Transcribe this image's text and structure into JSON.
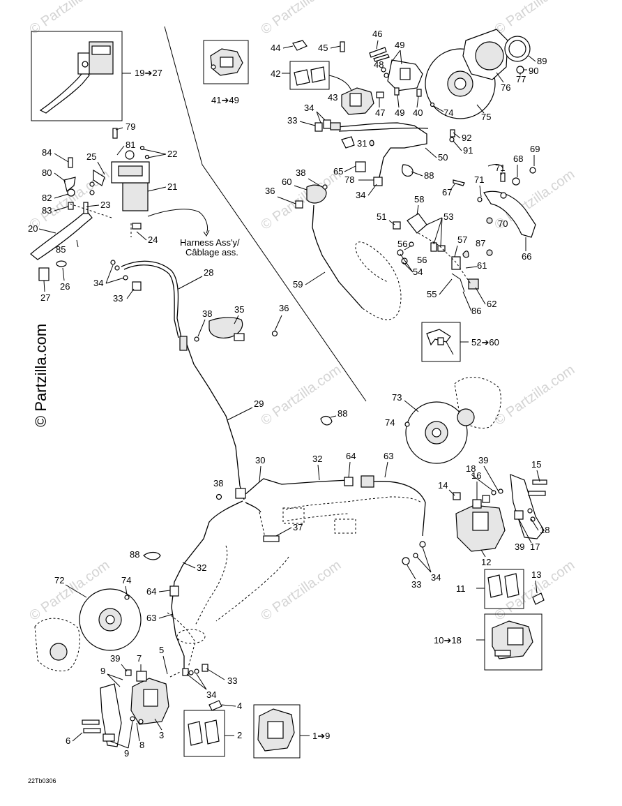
{
  "diagram": {
    "document_code": "22Tb0306",
    "copyright": "© Partzilla.com",
    "watermark_text": "© Partzilla.com",
    "harness_note": [
      "Harness Ass'y/",
      "Câblage ass."
    ],
    "insets": {
      "master_cylinder": "19➔27",
      "rear_caliper": "41➔49",
      "hand_lever_group": "52➔60",
      "rear_right_caliper": "10➔18",
      "front_left_caliper": "1➔9"
    },
    "labels": {
      "n1": "1",
      "n2": "2",
      "n3": "3",
      "n4": "4",
      "n5": "5",
      "n6": "6",
      "n7": "7",
      "n8": "8",
      "n9": "9",
      "n11": "11",
      "n12": "12",
      "n13": "13",
      "n14": "14",
      "n15": "15",
      "n16": "16",
      "n17": "17",
      "n18": "18",
      "n20": "20",
      "n21": "21",
      "n22": "22",
      "n23": "23",
      "n24": "24",
      "n25": "25",
      "n26": "26",
      "n27": "27",
      "n28": "28",
      "n29": "29",
      "n30": "30",
      "n31": "31",
      "n32": "32",
      "n33": "33",
      "n34": "34",
      "n35": "35",
      "n36": "36",
      "n37": "37",
      "n38": "38",
      "n39": "39",
      "n40": "40",
      "n42": "42",
      "n43": "43",
      "n44": "44",
      "n45": "45",
      "n46": "46",
      "n47": "47",
      "n48": "48",
      "n49": "49",
      "n50": "50",
      "n51": "51",
      "n53": "53",
      "n54": "54",
      "n55": "55",
      "n56": "56",
      "n57": "57",
      "n58": "58",
      "n59": "59",
      "n60": "60",
      "n61": "61",
      "n62": "62",
      "n63": "63",
      "n64": "64",
      "n65": "65",
      "n66": "66",
      "n67": "67",
      "n68": "68",
      "n69": "69",
      "n70": "70",
      "n71": "71",
      "n72": "72",
      "n73": "73",
      "n74": "74",
      "n75": "75",
      "n76": "76",
      "n77": "77",
      "n78": "78",
      "n79": "79",
      "n80": "80",
      "n81": "81",
      "n82": "82",
      "n83": "83",
      "n84": "84",
      "n85": "85",
      "n86": "86",
      "n87": "87",
      "n88": "88",
      "n89": "89",
      "n90": "90",
      "n91": "91",
      "n92": "92"
    }
  }
}
